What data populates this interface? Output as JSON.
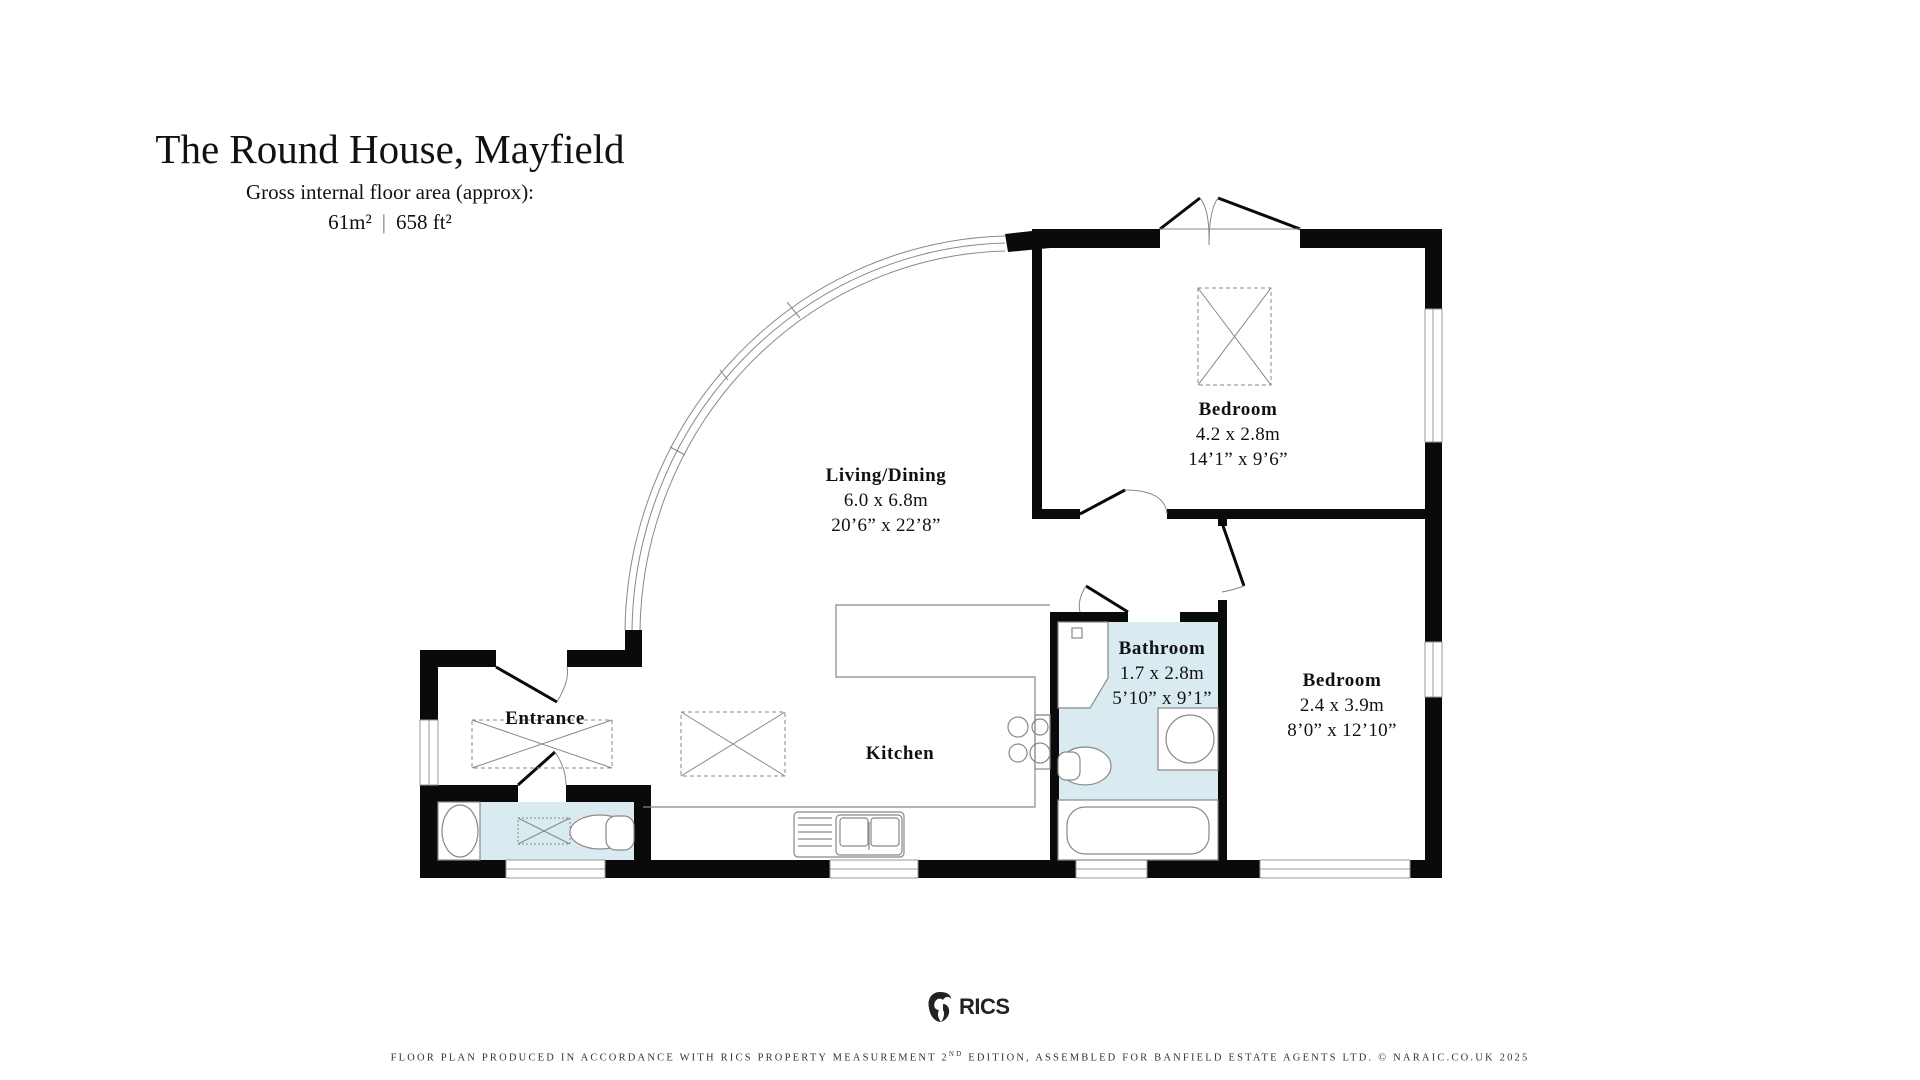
{
  "header": {
    "title": "The Round House, Mayfield",
    "subtitle": "Gross internal floor area (approx):",
    "area_metric": "61m²",
    "area_separator": "|",
    "area_imperial": "658 ft²"
  },
  "rooms": [
    {
      "name": "Living/Dining",
      "metric": "6.0 x 6.8m",
      "imperial": "20’6” x 22’8”"
    },
    {
      "name": "Bedroom",
      "metric": "4.2 x 2.8m",
      "imperial": "14’1” x 9’6”"
    },
    {
      "name": "Bathroom",
      "metric": "1.7 x 2.8m",
      "imperial": "5’10” x 9’1”"
    },
    {
      "name": "Bedroom",
      "metric": "2.4 x 3.9m",
      "imperial": "8’0” x 12’10”"
    },
    {
      "name": "Entrance"
    },
    {
      "name": "Kitchen"
    }
  ],
  "colors": {
    "wall": "#0a0a0a",
    "wet_room_fill": "#d9eaf1",
    "fixture_line": "#777777"
  },
  "logo": {
    "icon": "rics-lion-icon",
    "text": "RICS"
  },
  "footer": {
    "text_before": "FLOOR PLAN PRODUCED IN ACCORDANCE WITH RICS PROPERTY MEASUREMENT 2",
    "superscript": "ND",
    "text_after": " EDITION, ASSEMBLED FOR BANFIELD ESTATE AGENTS LTD. © NARAIC.CO.UK 2025"
  }
}
